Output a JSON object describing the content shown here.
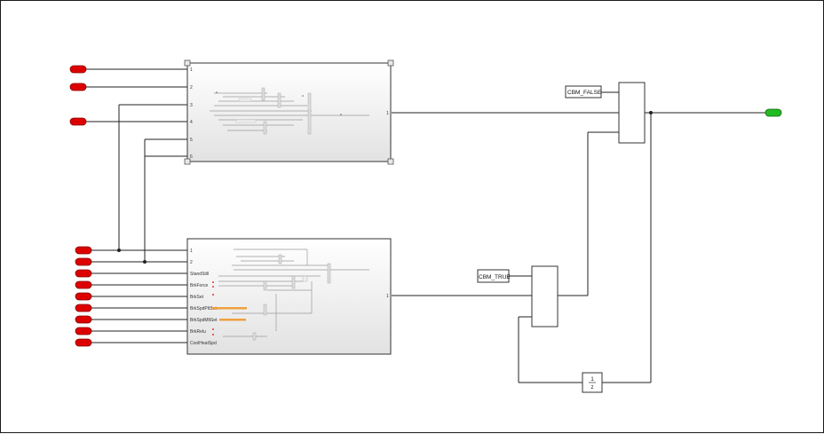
{
  "colors": {
    "inport": "#dd0000",
    "outport": "#22bb22",
    "wire": "#222222",
    "highlight": "#f0a040"
  },
  "subsystem_top": {
    "inputs": [
      "1",
      "2",
      "3",
      "4",
      "5",
      "6"
    ],
    "output": "1"
  },
  "subsystem_bottom": {
    "inputs": [
      "1",
      "2",
      "StandStill",
      "BrkForce",
      "BrkSet",
      "BrkSpdPltSet",
      "BrkSpdMltSet",
      "BrkRelu",
      "CoolHeatSpd"
    ],
    "output": "1"
  },
  "constants": {
    "cbm_false": "CBM_FALSE",
    "cbm_true": "CBM_TRUE"
  },
  "delay_block": {
    "numerator": "1",
    "denominator": "z"
  }
}
